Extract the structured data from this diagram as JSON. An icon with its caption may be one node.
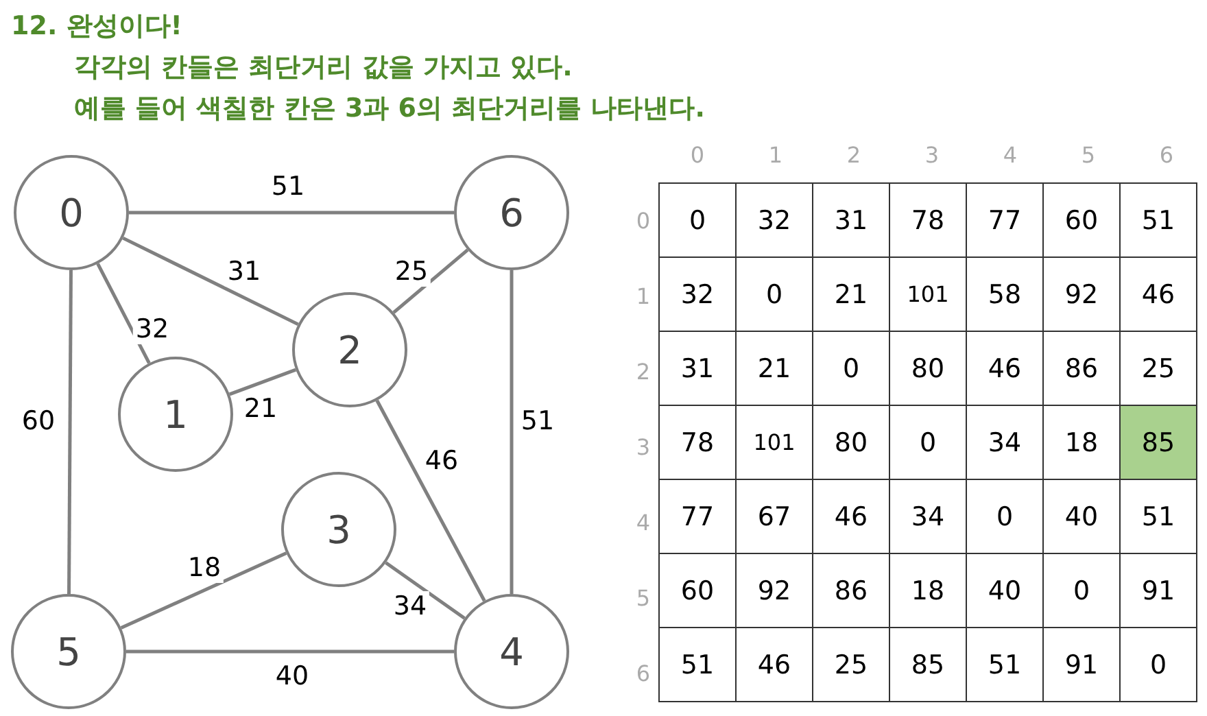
{
  "diagram": {
    "title": "12. 완성이다!",
    "nodes": [
      {
        "text": [
          "0"
        ]
      },
      {
        "text": [
          "1"
        ]
      },
      {
        "text": [
          "2"
        ]
      },
      {
        "text": [
          "3"
        ]
      },
      {
        "text": [
          "4"
        ]
      },
      {
        "text": [
          "5"
        ]
      },
      {
        "text": [
          "6"
        ]
      }
    ],
    "edges": [
      {
        "from": 0,
        "to": 6,
        "arrow": "none",
        "label": "51"
      },
      {
        "from": 0,
        "to": 2,
        "arrow": "none",
        "label": "31"
      },
      {
        "from": 2,
        "to": 6,
        "arrow": "none",
        "label": "25"
      },
      {
        "from": 0,
        "to": 1,
        "arrow": "none",
        "label": "32"
      },
      {
        "from": 1,
        "to": 2,
        "arrow": "none",
        "label": "21"
      },
      {
        "from": 0,
        "to": 5,
        "arrow": "none",
        "label": "60"
      },
      {
        "from": 6,
        "to": 4,
        "arrow": "none",
        "label": "51"
      },
      {
        "from": 2,
        "to": 4,
        "arrow": "none",
        "label": "46"
      },
      {
        "from": 3,
        "to": 5,
        "arrow": "none",
        "label": "18"
      },
      {
        "from": 3,
        "to": 4,
        "arrow": "none",
        "label": "34"
      },
      {
        "from": 5,
        "to": 4,
        "arrow": "none",
        "label": "40"
      }
    ],
    "labels": [
      "각각의 칸들은 최단거리 값을 가지고 있다.",
      "예를 들어 색칠한 칸은 3과 6의 최단거리를 나타낸다.",
      "0",
      "1",
      "2",
      "3",
      "4",
      "5",
      "6",
      "0",
      "0",
      "32",
      "31",
      "78",
      "77",
      "60",
      "51",
      "1",
      "32",
      "0",
      "21",
      "101",
      "58",
      "92",
      "46",
      "2",
      "31",
      "21",
      "0",
      "80",
      "46",
      "86",
      "25",
      "3",
      "78",
      "101",
      "80",
      "0",
      "34",
      "18",
      "85",
      "4",
      "77",
      "67",
      "46",
      "34",
      "0",
      "40",
      "51",
      "5",
      "60",
      "92",
      "86",
      "18",
      "40",
      "0",
      "91",
      "6",
      "51",
      "46",
      "25",
      "85",
      "51",
      "91",
      "0"
    ]
  }
}
